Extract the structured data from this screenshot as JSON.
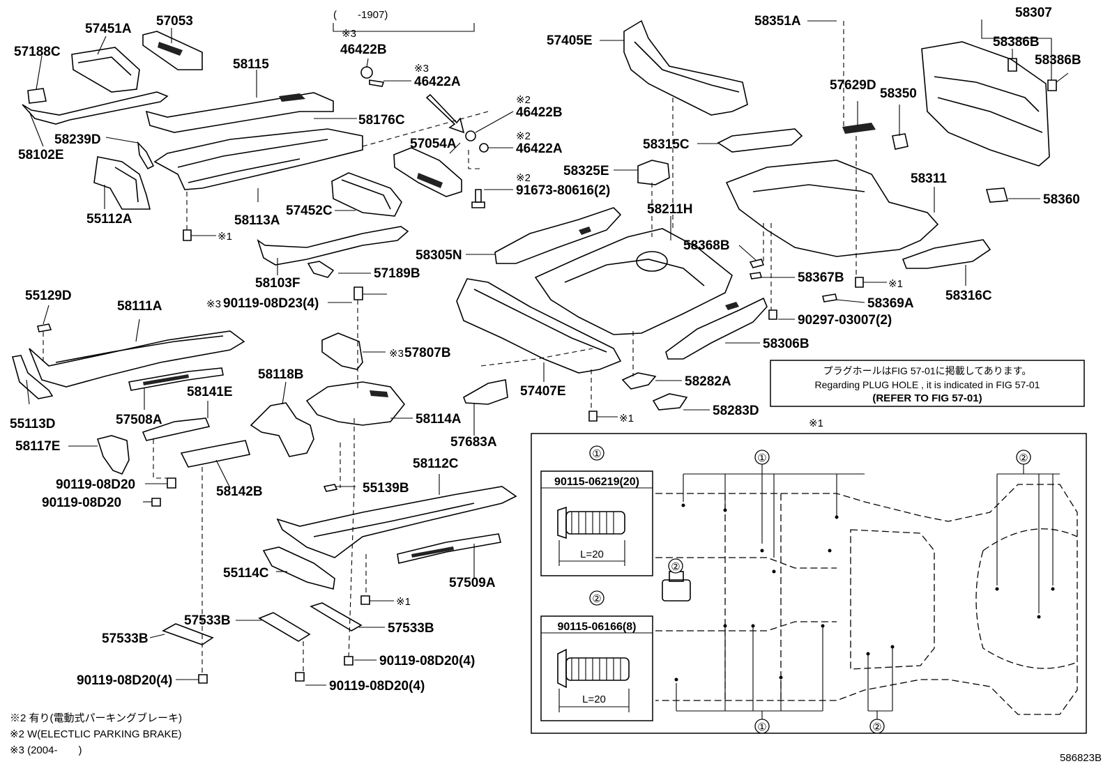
{
  "diagram_id": "586823B",
  "part_labels": [
    "57451A",
    "57053",
    "57188C",
    "58115",
    "58102E",
    "58239D",
    "58176C",
    "58113A",
    "55112A",
    "57054A",
    "57452C",
    "58103F",
    "57189B",
    "46422B",
    "46422A",
    "91673-80616(2)",
    "1907",
    "57405E",
    "58351A",
    "58307",
    "58386B",
    "58386B",
    "57629D",
    "58350",
    "58315C",
    "58325E",
    "58211H",
    "58311",
    "58360",
    "58305N",
    "58368B",
    "58367B",
    "58369A",
    "58316C",
    "90297-03007(2)",
    "58306B",
    "57407E",
    "58282A",
    "58283D",
    "55129D",
    "58111A",
    "90119-08D23(4)",
    "57807B",
    "55113D",
    "57508A",
    "58141E",
    "58118B",
    "58114A",
    "58117E",
    "57683A",
    "90119-08D20",
    "90119-08D20",
    "58142B",
    "55139B",
    "58112C",
    "55114C",
    "57509A",
    "57533B",
    "57533B",
    "57533B",
    "90119-08D20(4)",
    "90119-08D20(4)",
    "90119-08D20(4)"
  ],
  "markers": {
    "note1": "※1",
    "note2": "※2",
    "note3": "※3"
  },
  "legend_notes": [
    "※2 有り(電動式パーキングブレーキ)",
    "※2 W(ELECTLIC PARKING BRAKE)",
    "※3 (2004-　　)"
  ],
  "plug_note": {
    "jp": "プラグホールはFIG 57-01に掲載してあります。",
    "en": "Regarding PLUG HOLE , it is indicated in FIG 57-01",
    "ref": "(REFER TO FIG 57-01)"
  },
  "detail_box": {
    "title": "※1",
    "fastener1": {
      "number": "①",
      "part": "90115-06219(20)",
      "length": "L=20"
    },
    "fastener2": {
      "number": "②",
      "part": "90115-06166(8)",
      "length": "L=20"
    },
    "circle1": "①",
    "circle2": "②"
  },
  "range_bracket": "(　　-1907)"
}
